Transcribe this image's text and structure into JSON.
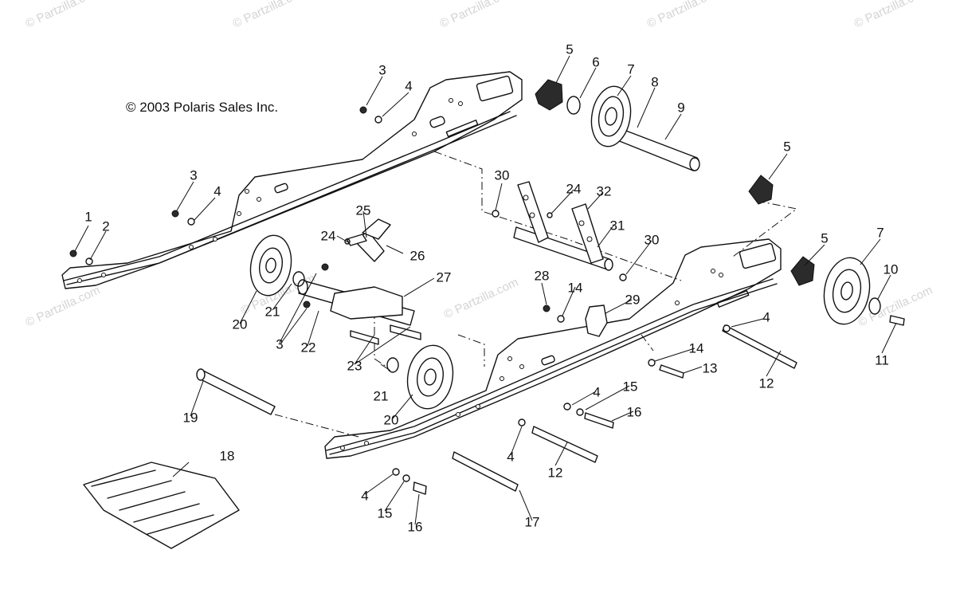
{
  "diagram": {
    "copyright": "© 2003 Polaris Sales Inc.",
    "watermark": "© Partzilla.com",
    "callouts": [
      "1",
      "2",
      "3",
      "4",
      "3",
      "4",
      "5",
      "6",
      "7",
      "8",
      "9",
      "5",
      "5",
      "7",
      "10",
      "11",
      "12",
      "12",
      "13",
      "14",
      "14",
      "15",
      "15",
      "16",
      "16",
      "17",
      "18",
      "19",
      "20",
      "20",
      "21",
      "21",
      "22",
      "23",
      "24",
      "24",
      "25",
      "26",
      "27",
      "28",
      "29",
      "30",
      "30",
      "31",
      "32",
      "3",
      "4",
      "4"
    ]
  }
}
